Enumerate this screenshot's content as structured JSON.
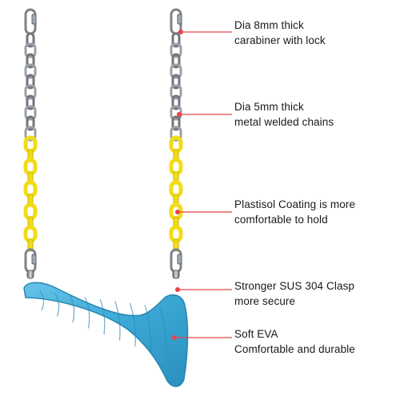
{
  "callouts": [
    {
      "line1": "Dia 8mm thick",
      "line2": "carabiner with lock"
    },
    {
      "line1": "Dia 5mm thick",
      "line2": "metal welded chains"
    },
    {
      "line1": "Plastisol Coating is more",
      "line2": "comfortable to hold"
    },
    {
      "line1": "Stronger SUS 304 Clasp",
      "line2": "more secure"
    },
    {
      "line1": "Soft EVA",
      "line2": "Comfortable and durable"
    }
  ],
  "colors": {
    "leader_line": "#e8434a",
    "seat": "#3aa8d6",
    "coating": "#f2dc18",
    "metal": "#8a8f96"
  }
}
